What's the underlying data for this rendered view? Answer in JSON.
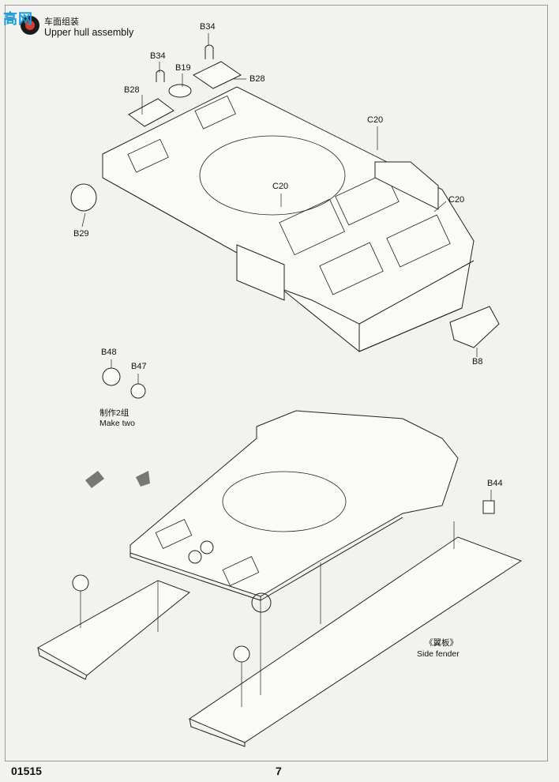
{
  "header": {
    "logo_text": "高网",
    "title_cn": "车面组装",
    "title_en": "Upper hull assembly"
  },
  "callouts": {
    "b34_top": "B34",
    "b34_left": "B34",
    "b19": "B19",
    "b28_left": "B28",
    "b28_right": "B28",
    "c20_top": "C20",
    "c20_mid": "C20",
    "c20_right": "C20",
    "b29": "B29",
    "b8": "B8",
    "b48": "B48",
    "b47": "B47",
    "b44": "B44"
  },
  "notes": {
    "make_two_cn": "制作2组",
    "make_two_en": "Make two",
    "side_fender_cn": "《翼板》",
    "side_fender_en": "Side fender"
  },
  "footer": {
    "part_number": "01515",
    "page_number": "7"
  }
}
